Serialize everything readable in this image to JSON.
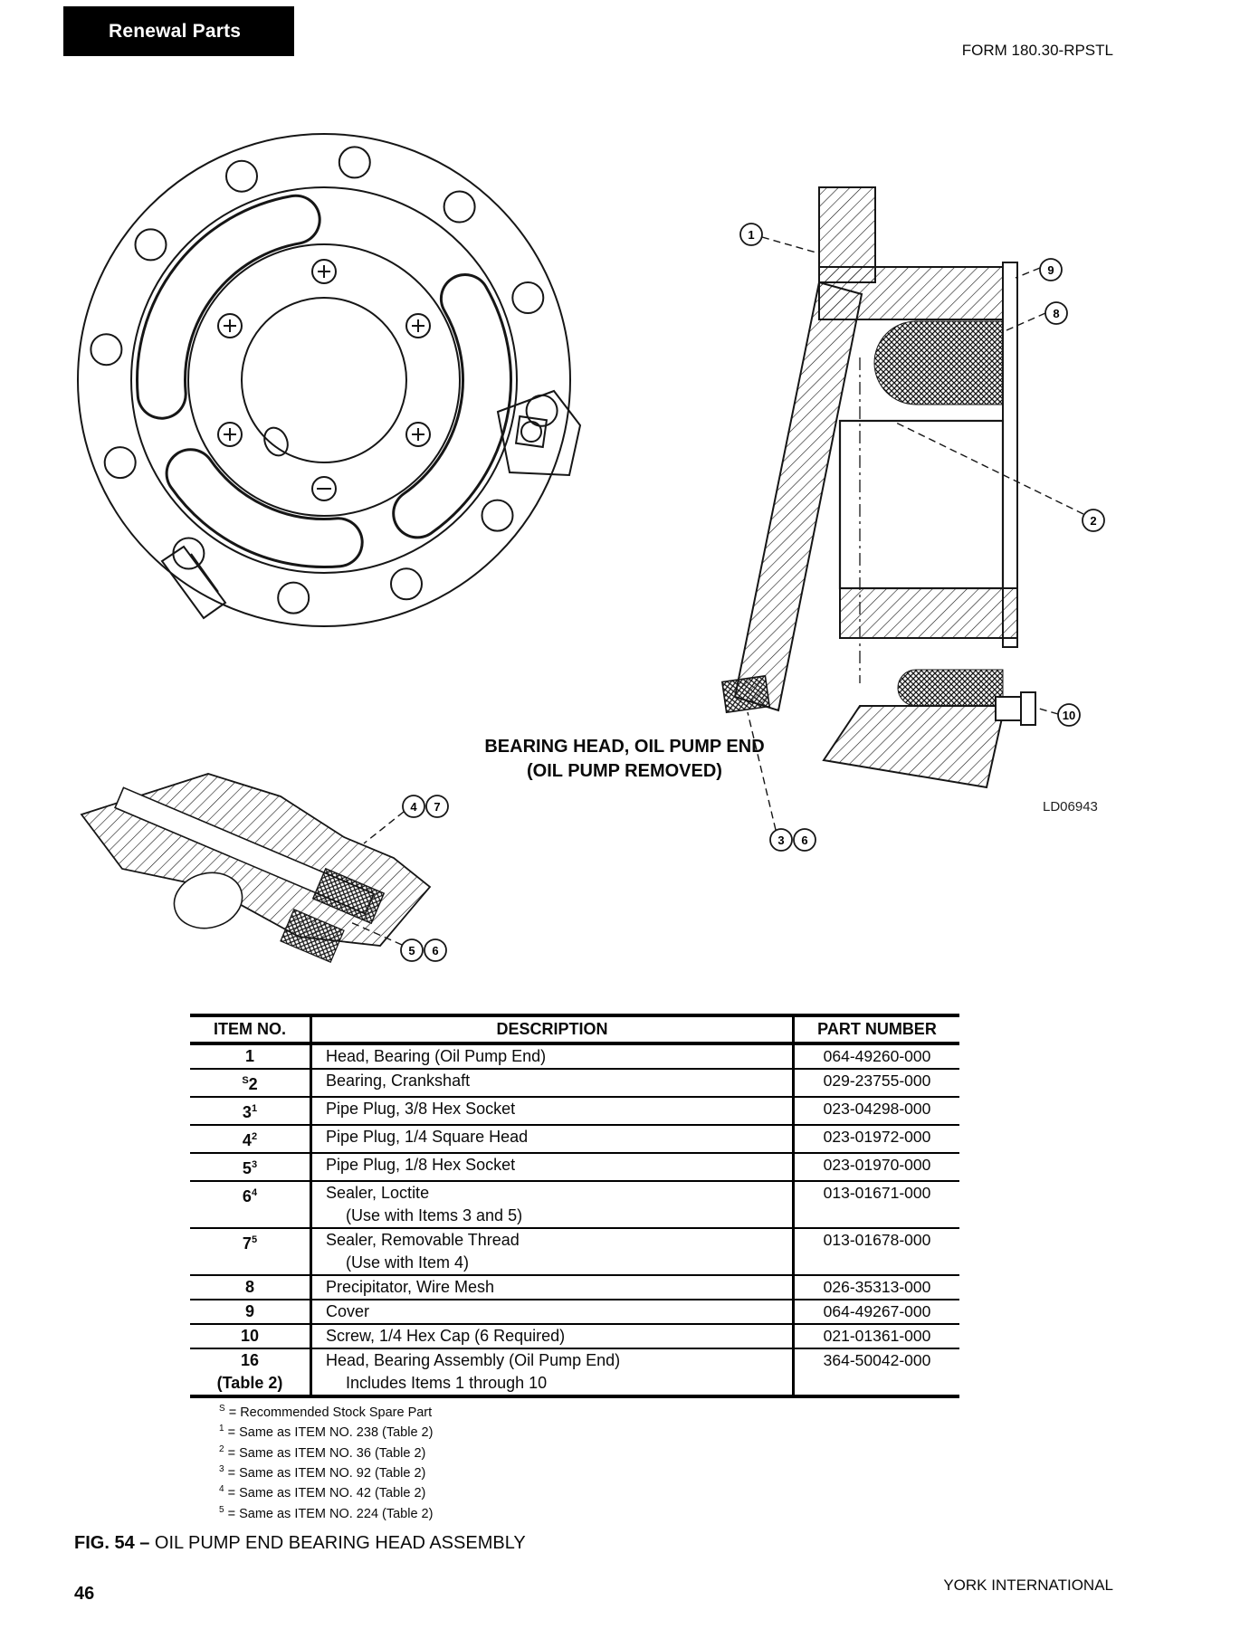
{
  "header": {
    "banner": "Renewal Parts",
    "form": "FORM 180.30-RPSTL"
  },
  "figure": {
    "caption_line1": "BEARING HEAD, OIL PUMP END",
    "caption_line2": "(OIL PUMP REMOVED)",
    "drawing_code": "LD06943",
    "callouts_section": [
      "1",
      "9",
      "8",
      "2",
      "10",
      "3",
      "6"
    ],
    "callouts_detail": [
      "4",
      "7",
      "5",
      "6"
    ]
  },
  "table": {
    "headers": [
      "ITEM NO.",
      "DESCRIPTION",
      "PART NUMBER"
    ],
    "rows": [
      {
        "item_presup": "",
        "item": "1",
        "item_sup": "",
        "item_line2": "",
        "desc": "Head, Bearing (Oil Pump End)",
        "desc2": "",
        "part": "064-49260-000"
      },
      {
        "item_presup": "S",
        "item": "2",
        "item_sup": "",
        "item_line2": "",
        "desc": "Bearing, Crankshaft",
        "desc2": "",
        "part": "029-23755-000"
      },
      {
        "item_presup": "",
        "item": "3",
        "item_sup": "1",
        "item_line2": "",
        "desc": "Pipe Plug, 3/8 Hex Socket",
        "desc2": "",
        "part": "023-04298-000"
      },
      {
        "item_presup": "",
        "item": "4",
        "item_sup": "2",
        "item_line2": "",
        "desc": "Pipe Plug, 1/4 Square Head",
        "desc2": "",
        "part": "023-01972-000"
      },
      {
        "item_presup": "",
        "item": "5",
        "item_sup": "3",
        "item_line2": "",
        "desc": "Pipe Plug, 1/8 Hex Socket",
        "desc2": "",
        "part": "023-01970-000"
      },
      {
        "item_presup": "",
        "item": "6",
        "item_sup": "4",
        "item_line2": "",
        "desc": "Sealer, Loctite",
        "desc2": "(Use with Items 3 and 5)",
        "part": "013-01671-000"
      },
      {
        "item_presup": "",
        "item": "7",
        "item_sup": "5",
        "item_line2": "",
        "desc": "Sealer, Removable Thread",
        "desc2": "(Use with Item 4)",
        "part": "013-01678-000"
      },
      {
        "item_presup": "",
        "item": "8",
        "item_sup": "",
        "item_line2": "",
        "desc": "Precipitator, Wire Mesh",
        "desc2": "",
        "part": "026-35313-000"
      },
      {
        "item_presup": "",
        "item": "9",
        "item_sup": "",
        "item_line2": "",
        "desc": "Cover",
        "desc2": "",
        "part": "064-49267-000"
      },
      {
        "item_presup": "",
        "item": "10",
        "item_sup": "",
        "item_line2": "",
        "desc": "Screw, 1/4 Hex Cap (6 Required)",
        "desc2": "",
        "part": "021-01361-000"
      },
      {
        "item_presup": "",
        "item": "16",
        "item_sup": "",
        "item_line2": "(Table 2)",
        "desc": "Head, Bearing  Assembly (Oil Pump End)",
        "desc2": "Includes Items 1 through 10",
        "part": "364-50042-000"
      }
    ],
    "footnotes": [
      {
        "marker": "S",
        "text": "= Recommended Stock Spare Part"
      },
      {
        "marker": "1",
        "text": "= Same as ITEM NO. 238 (Table 2)"
      },
      {
        "marker": "2",
        "text": "= Same as ITEM NO. 36 (Table 2)"
      },
      {
        "marker": "3",
        "text": "= Same as ITEM NO. 92 (Table 2)"
      },
      {
        "marker": "4",
        "text": "= Same as ITEM NO. 42 (Table 2)"
      },
      {
        "marker": "5",
        "text": "= Same as ITEM NO. 224 (Table 2)"
      }
    ]
  },
  "caption": {
    "fig_label": "FIG. 54 –",
    "fig_title": " OIL PUMP END BEARING HEAD ASSEMBLY"
  },
  "footer": {
    "page_number": "46",
    "company": "YORK INTERNATIONAL"
  }
}
